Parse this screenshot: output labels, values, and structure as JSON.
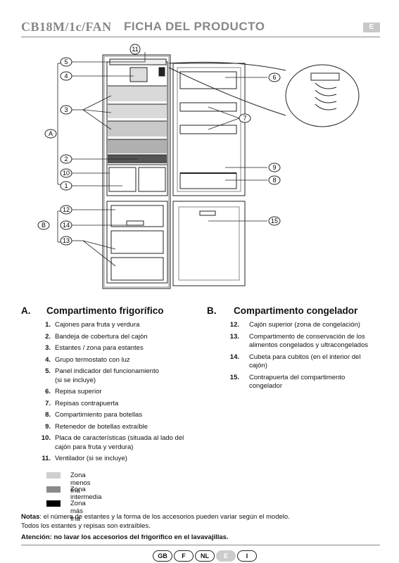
{
  "header": {
    "model": "CB18M/1c/FAN",
    "title": "FICHA DEL PRODUCTO",
    "lang_tag": "E"
  },
  "diagram": {
    "callouts": [
      "11",
      "5",
      "4",
      "3",
      "A",
      "2",
      "10",
      "1",
      "12",
      "B",
      "14",
      "13",
      "6",
      "7",
      "9",
      "8",
      "15"
    ]
  },
  "section_a": {
    "letter": "A.",
    "title": "Compartimento frigorífico",
    "items": [
      {
        "num": "1.",
        "text": "Cajones para fruta y verdura"
      },
      {
        "num": "2.",
        "text": "Bandeja de cobertura del cajón"
      },
      {
        "num": "3.",
        "text": "Estantes / zona para estantes"
      },
      {
        "num": "4.",
        "text": "Grupo termostato con luz"
      },
      {
        "num": "5.",
        "text": "Panel indicador del funcionamiento",
        "text2": "(si se incluye)"
      },
      {
        "num": "6.",
        "text": "Repisa superior"
      },
      {
        "num": "7.",
        "text": "Repisas contrapuerta"
      },
      {
        "num": "8.",
        "text": "Compartimiento para botellas"
      },
      {
        "num": "9.",
        "text": "Retenedor de botellas extraíble"
      },
      {
        "num": "10.",
        "text": "Placa de características (situada al lado del",
        "text2": "cajón para fruta y verdura)"
      },
      {
        "num": "11.",
        "text": "Ventilador (si se incluye)"
      }
    ]
  },
  "section_b": {
    "letter": "B.",
    "title": "Compartimento congelador",
    "items": [
      {
        "num": "12.",
        "text": "Cajón superior (zona de congelación)"
      },
      {
        "num": "13.",
        "text": "Compartimento de conservación de los",
        "text2": "alimentos congelados y ultracongelados"
      },
      {
        "num": "14.",
        "text": "Cubeta para cubitos (en el interior del",
        "text2": "cajón)"
      },
      {
        "num": "15.",
        "text": "Contrapuerta del compartimento",
        "text2": "congelador"
      }
    ]
  },
  "legend": [
    {
      "label": "Zona menos fría",
      "color": "#cfcfcf"
    },
    {
      "label": "Zona intermedia",
      "color": "#8a8a8a"
    },
    {
      "label": "Zona más fría",
      "color": "#000000"
    }
  ],
  "notes": {
    "label": "Notas",
    "text": ": el número de estantes y la forma de los accesorios pueden variar según el modelo.",
    "line2": "Todos los estantes y repisas son extraíbles."
  },
  "atencion": "Atención: no lavar los accesorios del frigorífico en el lavavajillas.",
  "languages": [
    {
      "code": "GB",
      "active": false
    },
    {
      "code": "F",
      "active": false
    },
    {
      "code": "NL",
      "active": false
    },
    {
      "code": "E",
      "active": true
    },
    {
      "code": "I",
      "active": false
    }
  ]
}
